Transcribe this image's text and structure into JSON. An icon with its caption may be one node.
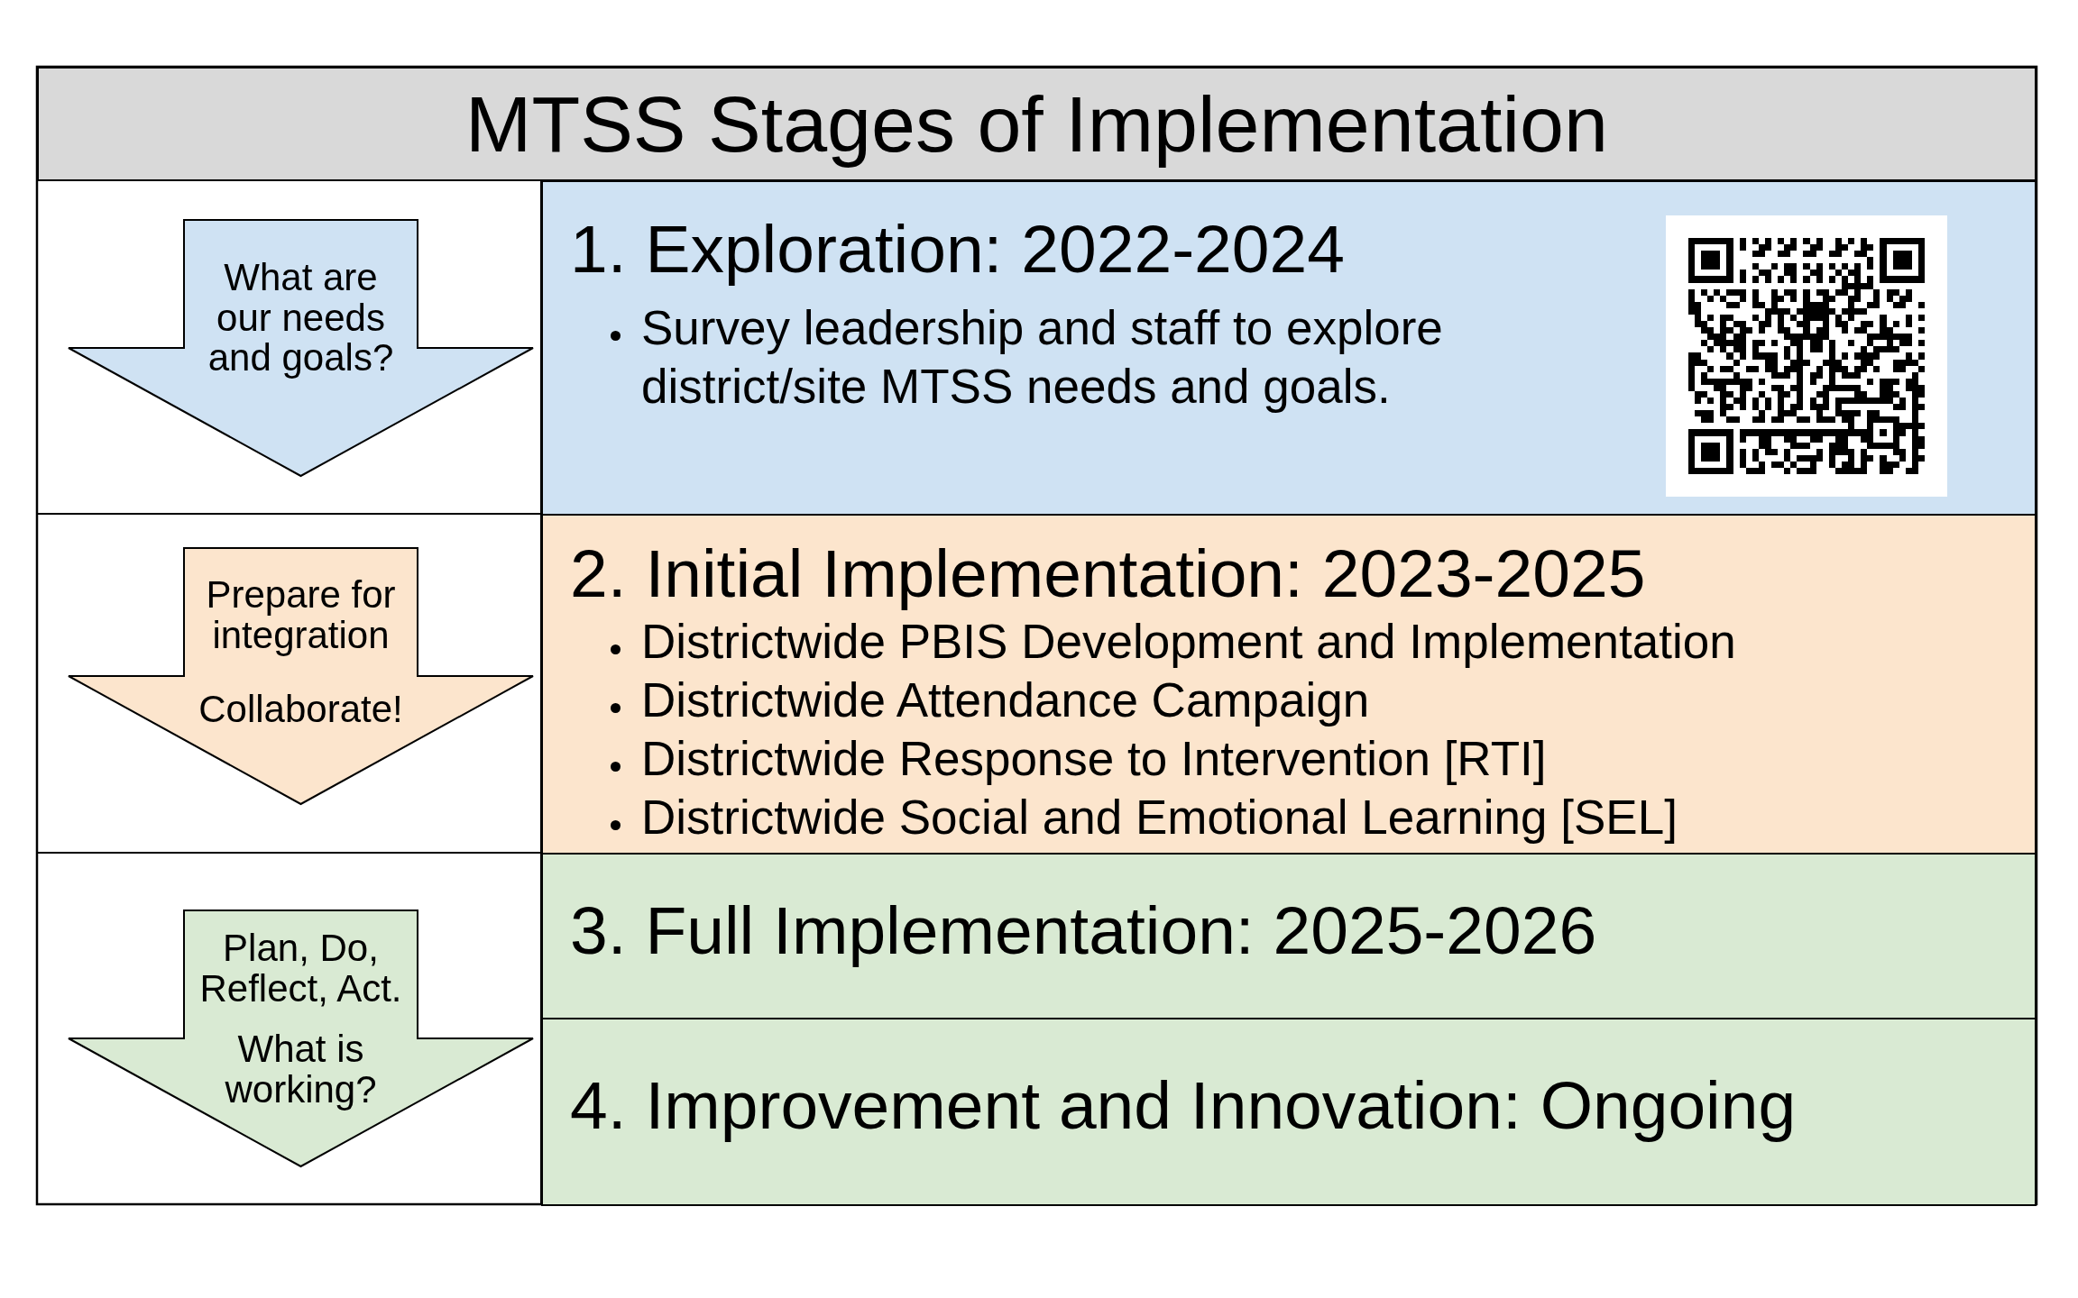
{
  "diagram": {
    "title": "MTSS Stages of Implementation",
    "nodes": [
      {
        "text": [
          "What are our needs and goals?"
        ]
      },
      {
        "text": [
          "1. Exploration: 2022-2024",
          "Survey leadership and staff to explore district/site MTSS needs and goals."
        ]
      },
      {
        "text": [
          "Prepare for integration",
          "Collaborate!"
        ]
      },
      {
        "text": [
          "2. Initial Implementation: 2023-2025",
          "Districtwide PBIS Development and Implementation",
          "Districtwide Attendance Campaign",
          "Districtwide Response to Intervention [RTI]",
          "Districtwide Social and Emotional Learning [SEL]"
        ]
      },
      {
        "text": [
          "Plan, Do, Reflect, Act.",
          "What is working?"
        ]
      },
      {
        "text": [
          "3. Full Implementation: 2025-2026"
        ]
      },
      {
        "text": [
          "4. Improvement and Innovation: Ongoing"
        ]
      }
    ]
  }
}
